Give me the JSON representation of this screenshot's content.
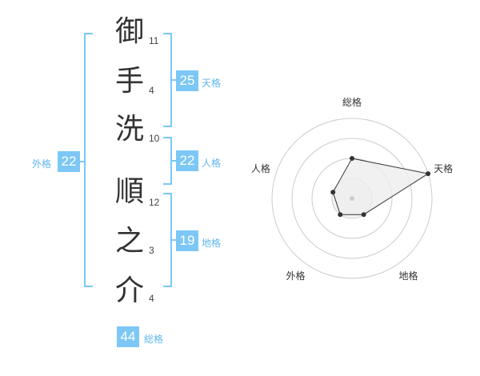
{
  "name_chars": [
    {
      "char": "御",
      "strokes": "11"
    },
    {
      "char": "手",
      "strokes": "4"
    },
    {
      "char": "洗",
      "strokes": "10"
    },
    {
      "char": "順",
      "strokes": "12"
    },
    {
      "char": "之",
      "strokes": "3"
    },
    {
      "char": "介",
      "strokes": "4"
    }
  ],
  "fortune": {
    "tenkaku": {
      "label": "天格",
      "value": "25"
    },
    "jinkaku": {
      "label": "人格",
      "value": "22"
    },
    "chikaku": {
      "label": "地格",
      "value": "19"
    },
    "gaikaku": {
      "label": "外格",
      "value": "22"
    },
    "soukaku": {
      "label": "総格",
      "value": "44"
    }
  },
  "chart_data": {
    "type": "radar",
    "axes": [
      "総格",
      "天格",
      "地格",
      "外格",
      "人格"
    ],
    "series": [
      {
        "values": [
          2,
          4,
          1,
          1,
          1
        ]
      }
    ],
    "max": 4,
    "rings": 4,
    "line_color": "#333333",
    "fill_color": "#eeeeee",
    "ring_color": "#cccccc"
  },
  "colors": {
    "accent": "#7cc7f5",
    "label": "#5fb6ee"
  }
}
